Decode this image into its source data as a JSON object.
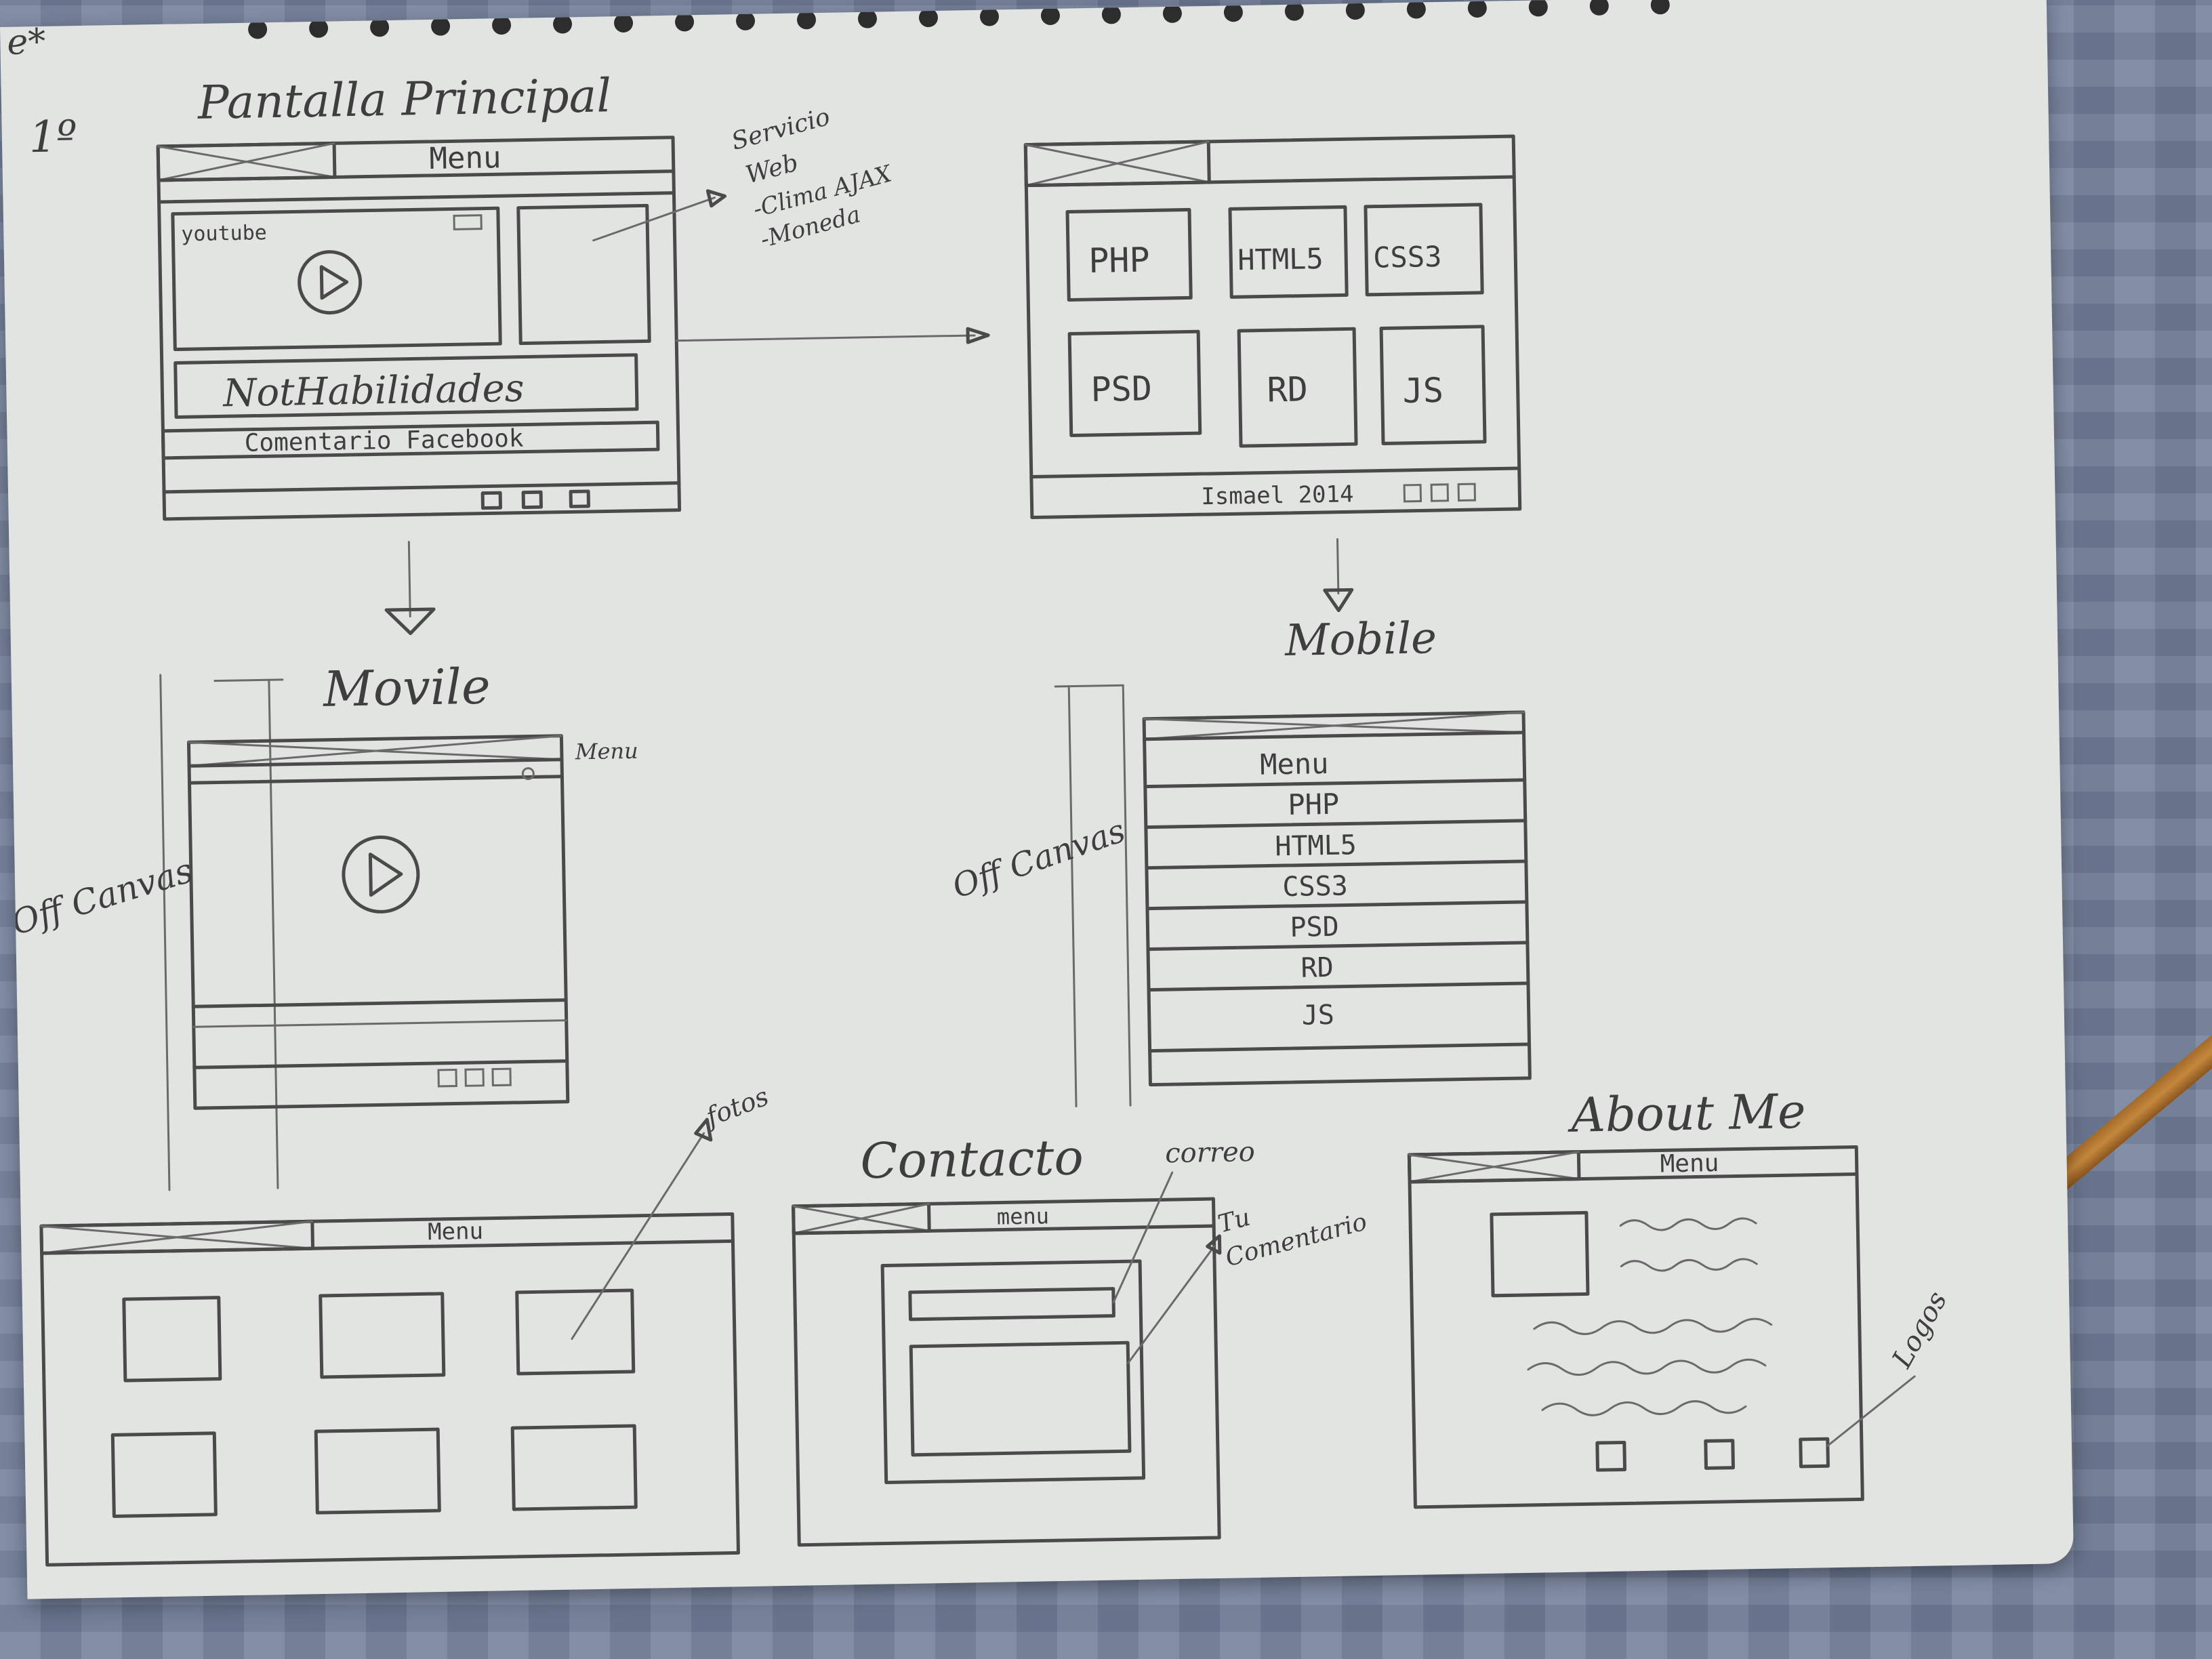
{
  "corner": {
    "mark": "e*",
    "number": "1º"
  },
  "pantalla_principal": {
    "title": "Pantalla Principal",
    "menu": "Menu",
    "video_label": "youtube",
    "banner": "NotHabilidades",
    "comment_bar": "Comentario Facebook",
    "annotation": [
      "Servicio",
      "Web",
      "-Clima AJAX",
      "-Moneda"
    ]
  },
  "skills_page": {
    "tiles": [
      "PHP",
      "HTML5",
      "CSS3",
      "PSD",
      "RD",
      "JS"
    ],
    "footer": "Ismael 2014"
  },
  "mobile_left": {
    "title": "Movile",
    "menu_note": "Menu",
    "offcanvas": "Off Canvas"
  },
  "mobile_right": {
    "title": "Mobile",
    "offcanvas": "Off Canvas",
    "menu": [
      "Menu",
      "PHP",
      "HTML5",
      "CSS3",
      "PSD",
      "RD",
      "JS"
    ]
  },
  "photos_page": {
    "menu": "Menu",
    "note": "fotos"
  },
  "contact_page": {
    "title": "Contacto",
    "menu": "menu",
    "note_mail": "correo",
    "note_comment": [
      "Tu",
      "Comentario"
    ]
  },
  "about_page": {
    "title": "About Me",
    "menu": "Menu",
    "note": "Logos"
  }
}
